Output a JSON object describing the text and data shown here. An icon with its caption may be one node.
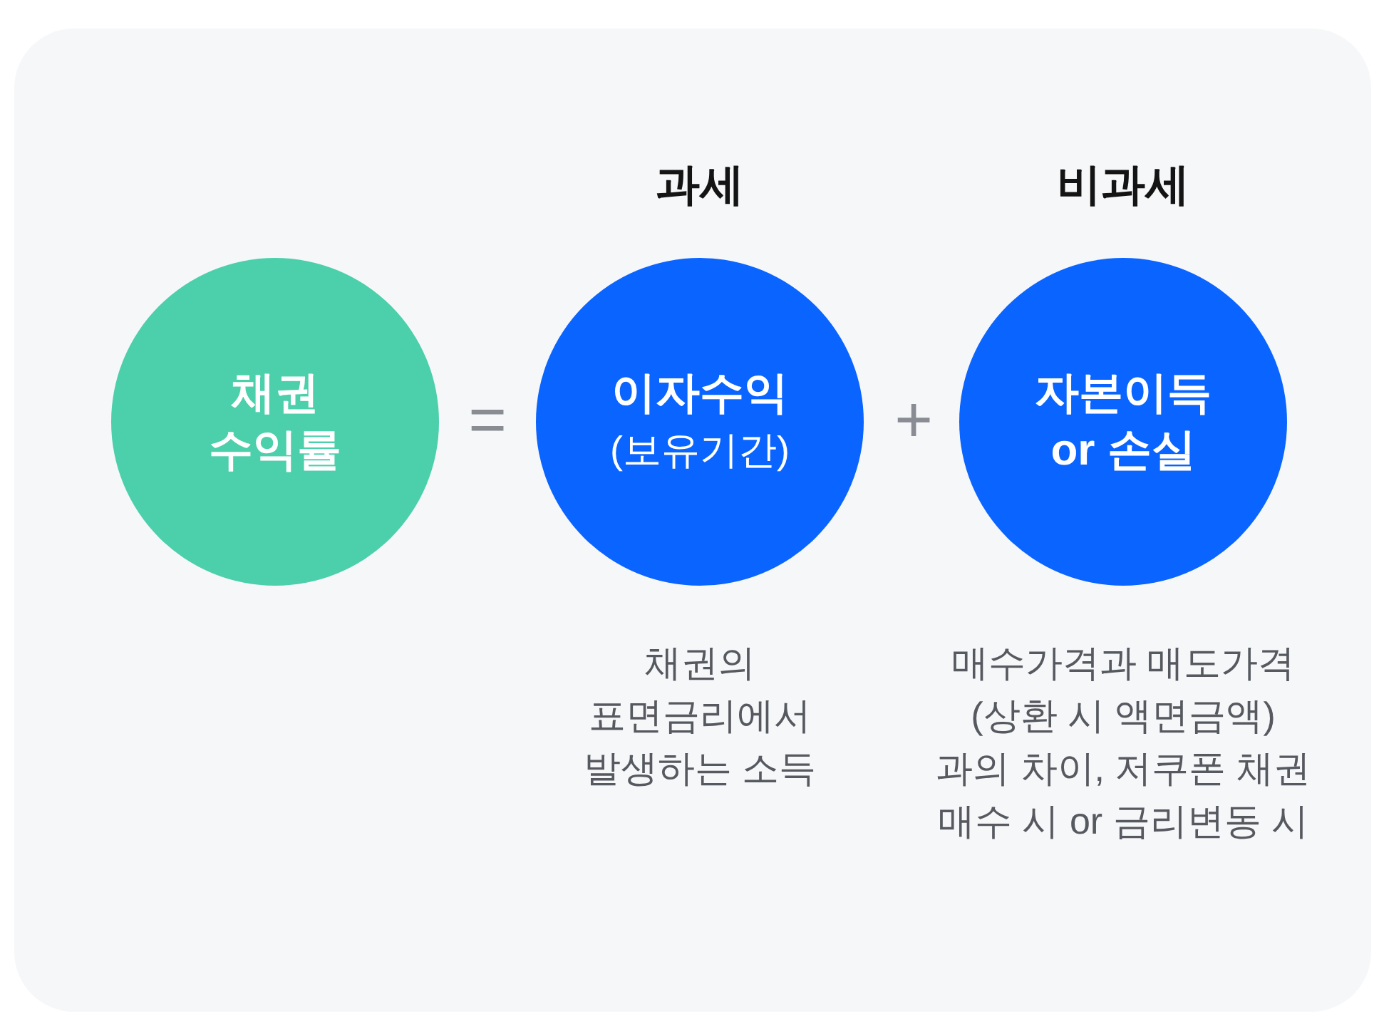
{
  "diagram": {
    "nodes": [
      {
        "text": [
          "채권 수익률"
        ]
      },
      {
        "text": [
          "과세",
          "이자수익",
          "(보유기간)"
        ],
        "beside": [
          "채권의 표면금리에서 발생하는 소득"
        ]
      },
      {
        "text": [
          "비과세",
          "자본이득 or 손실"
        ],
        "beside": [
          "매수가격과 매도가격 (상환 시 액면금액) 과의 차이, 저쿠폰 채권 매수 시 or 금리변동 시"
        ]
      }
    ],
    "labels": [
      "=",
      "+"
    ]
  }
}
